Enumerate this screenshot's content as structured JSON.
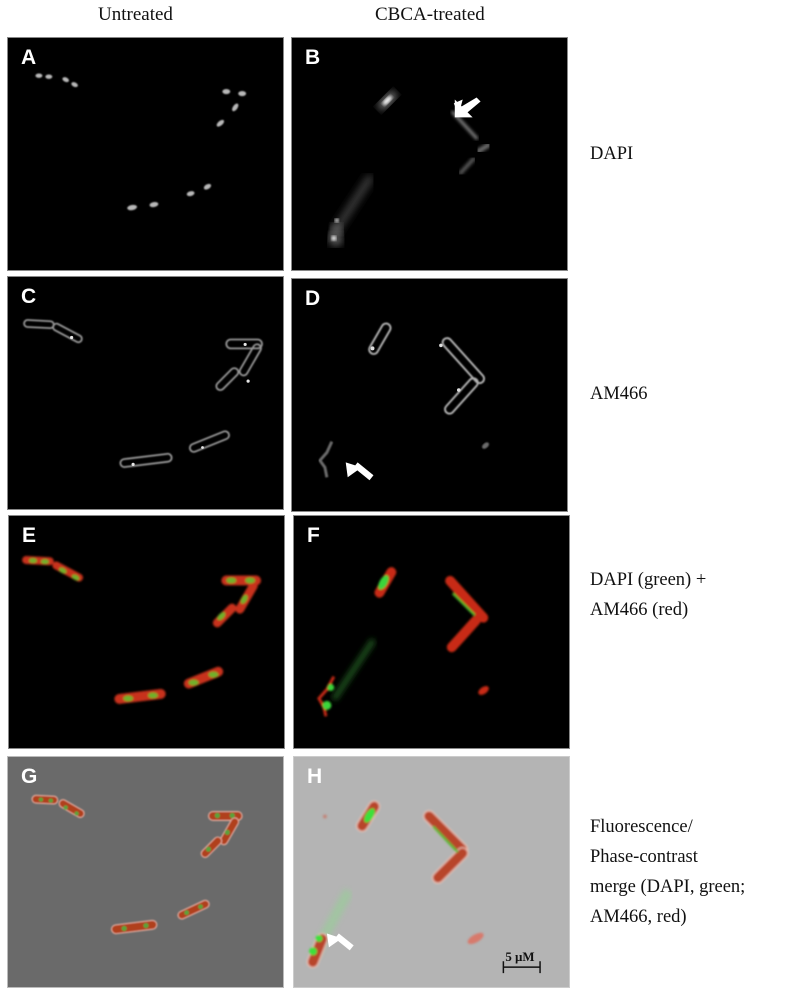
{
  "figure": {
    "column_headers": [
      "Untreated",
      "CBCA-treated"
    ],
    "panels": [
      {
        "letter": "A",
        "column": "Untreated",
        "row": "DAPI"
      },
      {
        "letter": "B",
        "column": "CBCA-treated",
        "row": "DAPI"
      },
      {
        "letter": "C",
        "column": "Untreated",
        "row": "AM466"
      },
      {
        "letter": "D",
        "column": "CBCA-treated",
        "row": "AM466"
      },
      {
        "letter": "E",
        "column": "Untreated",
        "row": "DAPI (green) + AM466 (red)"
      },
      {
        "letter": "F",
        "column": "CBCA-treated",
        "row": "DAPI (green) + AM466 (red)"
      },
      {
        "letter": "G",
        "column": "Untreated",
        "row": "Fluorescence/Phase-contrast merge"
      },
      {
        "letter": "H",
        "column": "CBCA-treated",
        "row": "Fluorescence/Phase-contrast merge"
      }
    ],
    "row_labels": {
      "row1": [
        "DAPI"
      ],
      "row2": [
        "AM466"
      ],
      "row3": [
        "DAPI (green) +",
        "AM466 (red)"
      ],
      "row4": [
        "Fluorescence/",
        "Phase-contrast",
        "merge (DAPI, green;",
        "AM466, red)"
      ]
    },
    "scale_bar": {
      "label": "5 µM",
      "panel": "H"
    },
    "colors": {
      "fluorescence_background": "#000000",
      "dapi_channel": "#2bdc2b",
      "am466_channel": "#e0301c",
      "phase_background_untreated": "#6a6a6a",
      "phase_background_treated": "#b4b4b4"
    },
    "annotations": [
      {
        "type": "arrow",
        "panel": "B"
      },
      {
        "type": "arrow",
        "panel": "D"
      },
      {
        "type": "arrow",
        "panel": "H"
      }
    ]
  }
}
